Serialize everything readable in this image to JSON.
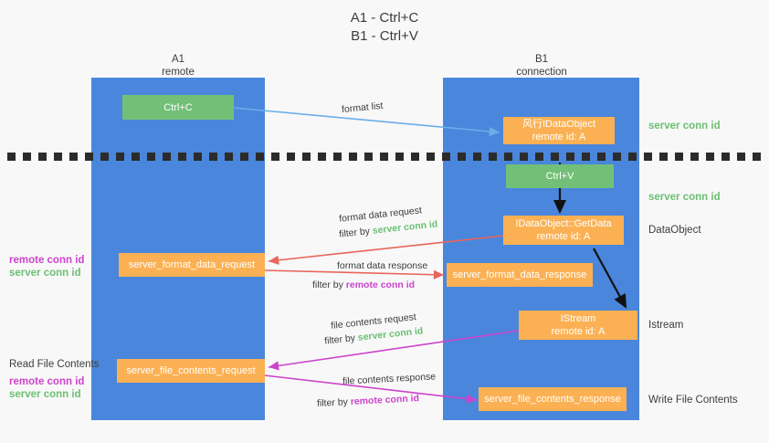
{
  "title": {
    "line1": "A1 - Ctrl+C",
    "line2": "B1 - Ctrl+V"
  },
  "lanes": [
    {
      "id": "a1",
      "name": "A1",
      "sub": "remote"
    },
    {
      "id": "b1",
      "name": "B1",
      "sub": "connection"
    }
  ],
  "nodes": {
    "ctrl_c": {
      "line1": "Ctrl+C",
      "line2": ""
    },
    "idataobject": {
      "line1": "风行IDataObject",
      "line2": "remote id: A"
    },
    "ctrl_v": {
      "line1": "Ctrl+V",
      "line2": ""
    },
    "getdata": {
      "line1": "IDataObject::GetData",
      "line2": "remote id: A"
    },
    "istream": {
      "line1": "IStream",
      "line2": "remote id: A"
    },
    "fmt_req": {
      "line1": "server_format_data_request",
      "line2": ""
    },
    "fmt_resp": {
      "line1": "server_format_data_response",
      "line2": ""
    },
    "file_req": {
      "line1": "server_file_contents_request",
      "line2": ""
    },
    "file_resp": {
      "line1": "server_file_contents_response",
      "line2": ""
    }
  },
  "annotations": {
    "server_conn_id_1": "server conn id",
    "server_conn_id_2": "server conn id",
    "dataobject": "DataObject",
    "istream": "Istream",
    "write_file_contents": "Write File Contents",
    "read_file_contents": "Read File Contents",
    "remote_conn_id_mid": "remote conn id",
    "server_conn_id_mid": "server conn id",
    "remote_conn_id_low": "remote conn id",
    "server_conn_id_low": "server conn id"
  },
  "edges": {
    "format_list": "format list",
    "format_data_request": "format data request",
    "format_data_request_filter_prefix": "filter by ",
    "format_data_request_filter_value": "server conn id",
    "format_data_response": "format data response",
    "format_data_response_filter_prefix": "filter by ",
    "format_data_response_filter_value": "remote conn id",
    "file_contents_request": "file contents request",
    "file_contents_request_filter_prefix": "filter by ",
    "file_contents_request_filter_value": "server conn id",
    "file_contents_response": "file contents response",
    "file_contents_response_filter_prefix": "filter by ",
    "file_contents_response_filter_value": "remote conn id"
  },
  "colors": {
    "lane": "#4a86db",
    "green_node": "#72c077",
    "orange_node": "#fbb153",
    "green_text": "#6cbf73",
    "magenta_text": "#cc44cc",
    "arrow_blue": "#6aaee8",
    "arrow_red": "#e8655a",
    "arrow_magenta": "#cc44cc",
    "arrow_black": "#000000",
    "background": "#f8f8f8"
  }
}
